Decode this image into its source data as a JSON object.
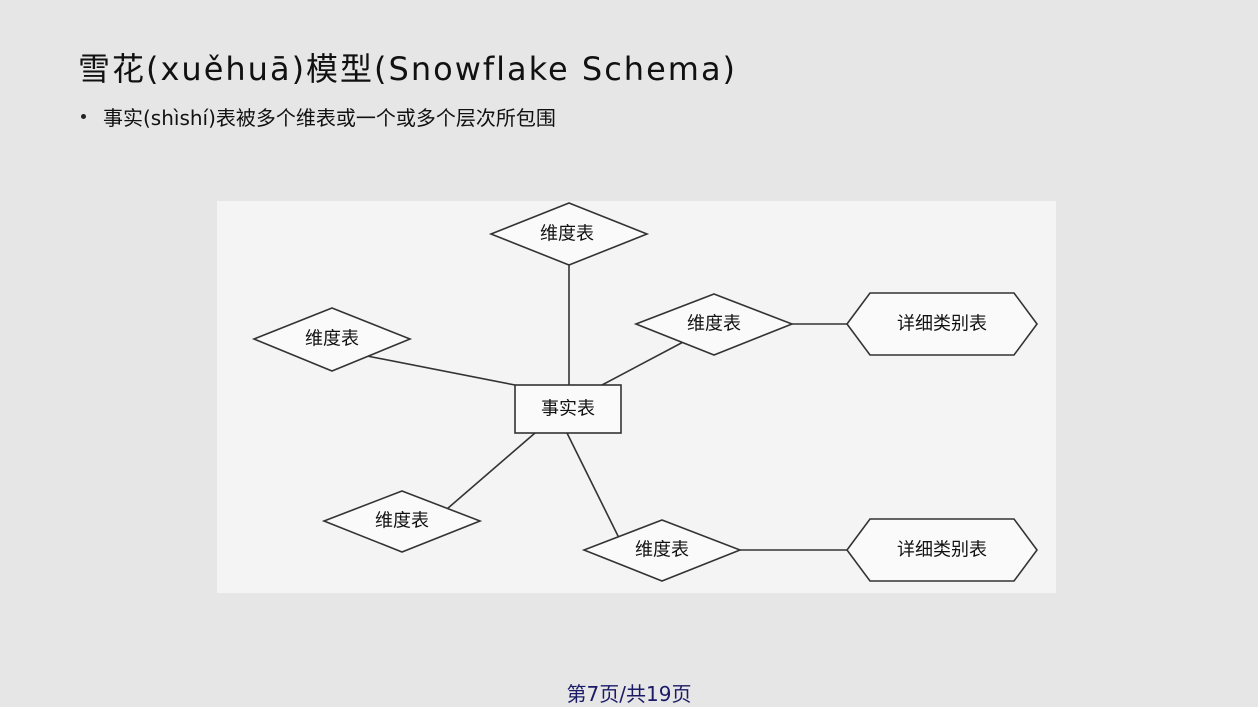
{
  "slide": {
    "title": "雪花(xuěhuā)模型(Snowflake Schema)",
    "bullet": "事实(shìshí)表被多个维表或一个或多个层次所包围"
  },
  "diagram": {
    "fact_table": "事实表",
    "dimensions": [
      "维度表",
      "维度表",
      "维度表",
      "维度表",
      "维度表"
    ],
    "detail_tables": [
      "详细类别表",
      "详细类别表"
    ]
  },
  "footer": {
    "page_label": "第7页/共19页"
  }
}
